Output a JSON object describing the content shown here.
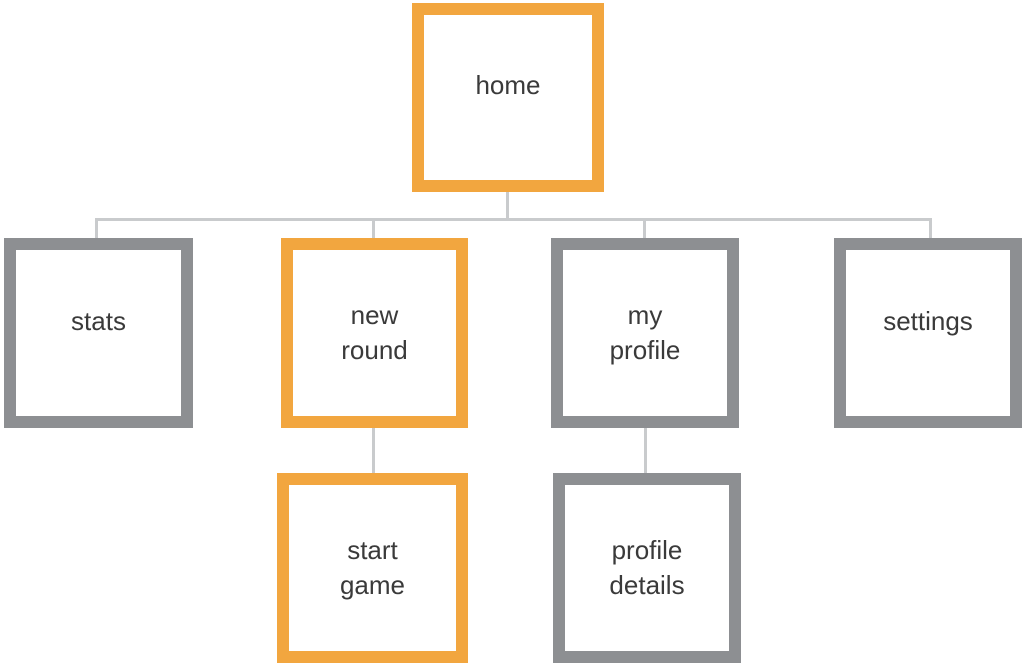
{
  "diagram": {
    "type": "sitemap",
    "nodes": {
      "home": {
        "label": "home",
        "style": "orange"
      },
      "stats": {
        "label": "stats",
        "style": "gray"
      },
      "new_round": {
        "label": "new\nround",
        "style": "orange"
      },
      "my_profile": {
        "label": "my\nprofile",
        "style": "gray"
      },
      "settings": {
        "label": "settings",
        "style": "gray"
      },
      "start_game": {
        "label": "start\ngame",
        "style": "orange"
      },
      "profile_details": {
        "label": "profile\ndetails",
        "style": "gray"
      }
    },
    "edges": [
      {
        "from": "home",
        "to": "stats"
      },
      {
        "from": "home",
        "to": "new_round"
      },
      {
        "from": "home",
        "to": "my_profile"
      },
      {
        "from": "home",
        "to": "settings"
      },
      {
        "from": "new_round",
        "to": "start_game"
      },
      {
        "from": "my_profile",
        "to": "profile_details"
      }
    ],
    "colors": {
      "highlight_border": "#F2A63F",
      "default_border": "#8D8F92",
      "connector": "#C9CBCD",
      "text": "#3A3A3A",
      "background": "#FFFFFF"
    }
  }
}
